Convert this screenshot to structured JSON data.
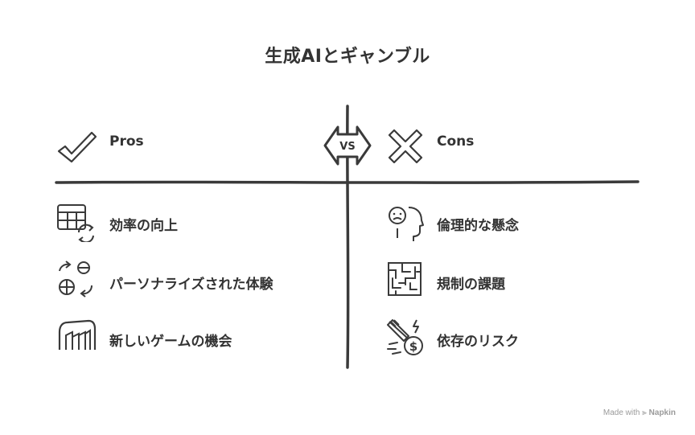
{
  "title": "生成AIとギャンブル",
  "pros": {
    "heading": "Pros",
    "items": [
      {
        "label": "効率の向上",
        "icon": "table-refresh-icon"
      },
      {
        "label": "パーソナライズされた体験",
        "icon": "personalization-icon"
      },
      {
        "label": "新しいゲームの機会",
        "icon": "hand-grab-icon"
      }
    ]
  },
  "cons": {
    "heading": "Cons",
    "items": [
      {
        "label": "倫理的な懸念",
        "icon": "worried-head-icon"
      },
      {
        "label": "規制の課題",
        "icon": "maze-icon"
      },
      {
        "label": "依存のリスク",
        "icon": "rocket-dollar-icon"
      }
    ]
  },
  "vs_label": "VS",
  "watermark": {
    "prefix": "Made with",
    "brand": "Napkin"
  },
  "colors": {
    "stroke": "#3a3a3a",
    "text": "#333333",
    "watermark": "#9a9a9a"
  }
}
